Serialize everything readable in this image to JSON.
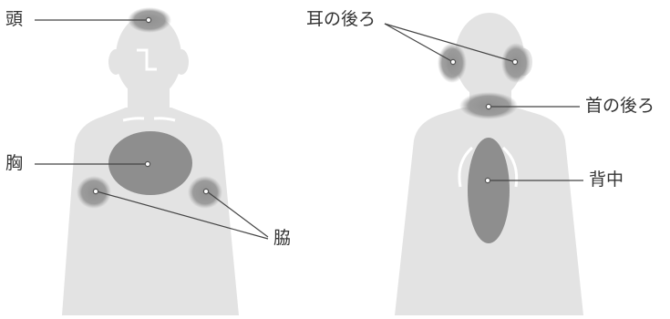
{
  "colors": {
    "body": "#e3e3e3",
    "highlight": "#8c8c8c",
    "line": "#444444",
    "detail": "#ffffff"
  },
  "figures": {
    "front": "front-view",
    "back": "back-view"
  },
  "labels": {
    "head": "頭",
    "chest": "胸",
    "armpit": "脇",
    "behind_ears": "耳の後ろ",
    "back_of_neck": "首の後ろ",
    "back": "背中"
  }
}
